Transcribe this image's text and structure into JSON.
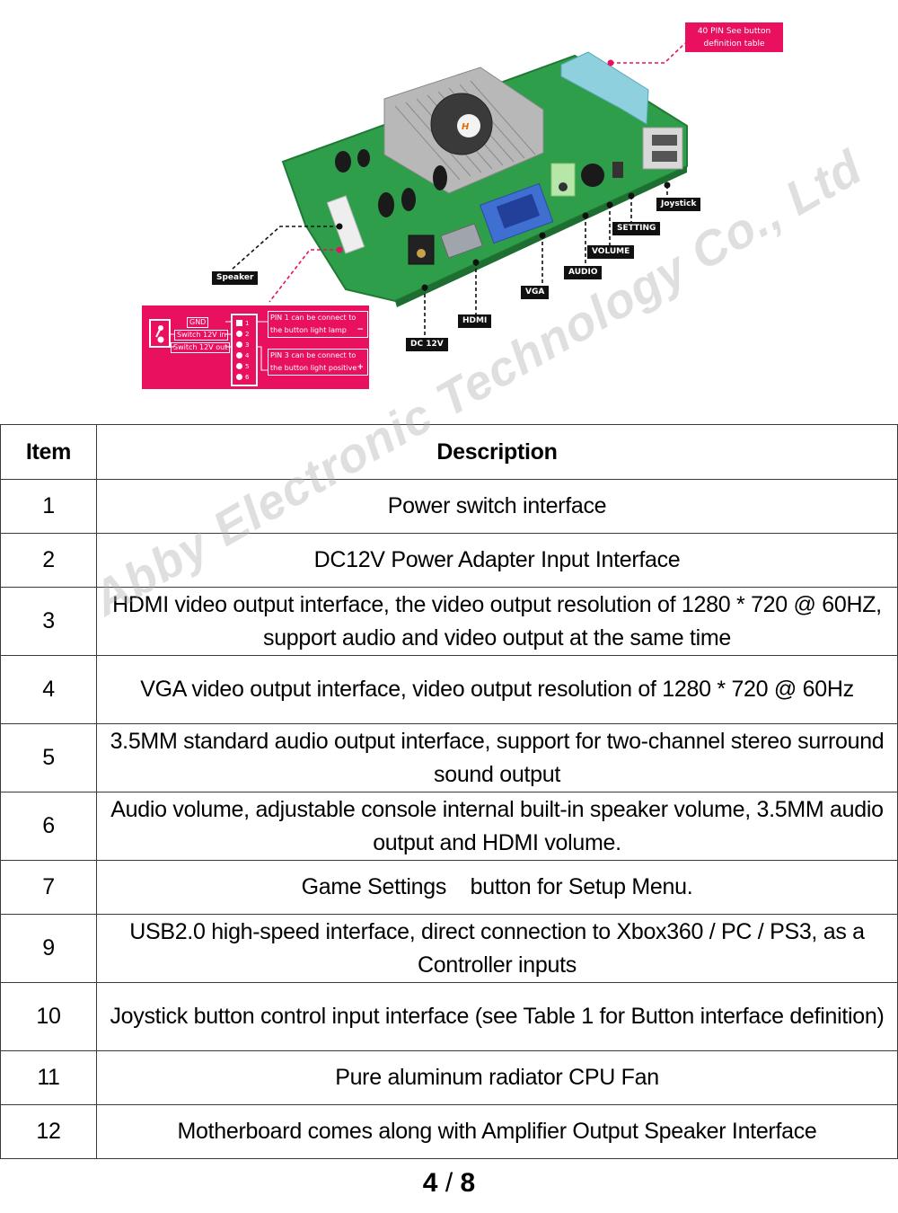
{
  "diagram": {
    "callout_top": {
      "line1": "40 PIN  See button",
      "line2": "definition table"
    },
    "labels": {
      "speaker": "Speaker",
      "dc12v": "DC 12V",
      "hdmi": "HDMI",
      "vga": "VGA",
      "audio": "AUDIO",
      "volume": "VOLUME",
      "setting": "SETTING",
      "joystick": "Joystick"
    },
    "pin_panel": {
      "wires": [
        "GND",
        "Switch 12V in",
        "Switch 12V out"
      ],
      "pins": [
        "1",
        "2",
        "3",
        "4",
        "5",
        "6"
      ],
      "note1": {
        "line1": "PIN 1 can be connect to",
        "line2": "the button light lamp",
        "sign": "−"
      },
      "note2": {
        "line1": "PIN 3 can be connect to",
        "line2": "the button light positive",
        "sign": "+"
      }
    },
    "colors": {
      "accent_pink": "#e8105f",
      "label_black": "#111111",
      "pcb_green": "#2f9e4a"
    }
  },
  "table": {
    "headers": {
      "item": "Item",
      "description": "Description"
    },
    "rows": [
      {
        "item": "1",
        "description": "Power switch interface"
      },
      {
        "item": "2",
        "description": "DC12V Power Adapter Input Interface"
      },
      {
        "item": "3",
        "description": "HDMI video output interface, the video output resolution of 1280 * 720 @ 60HZ, support audio and video output at the same time"
      },
      {
        "item": "4",
        "description": "VGA video output interface, video output resolution of 1280 * 720 @ 60Hz"
      },
      {
        "item": "5",
        "description": "3.5MM standard audio output interface, support for two-channel stereo surround sound output"
      },
      {
        "item": "6",
        "description": "Audio volume, adjustable console internal built-in speaker volume, 3.5MM audio output and HDMI volume."
      },
      {
        "item": "7",
        "description": "Game Settings    button for Setup Menu."
      },
      {
        "item": "9",
        "description": "USB2.0 high-speed interface, direct connection to Xbox360 / PC / PS3, as a Controller inputs"
      },
      {
        "item": "10",
        "description": "Joystick button control input interface (see Table 1 for Button interface definition)"
      },
      {
        "item": "11",
        "description": "Pure aluminum radiator CPU Fan"
      },
      {
        "item": "12",
        "description": "Motherboard comes along with Amplifier Output Speaker Interface"
      }
    ]
  },
  "watermark": "Abby Electronic Technology Co., Ltd",
  "pagination": {
    "current": "4",
    "separator": "/",
    "total": "8"
  }
}
